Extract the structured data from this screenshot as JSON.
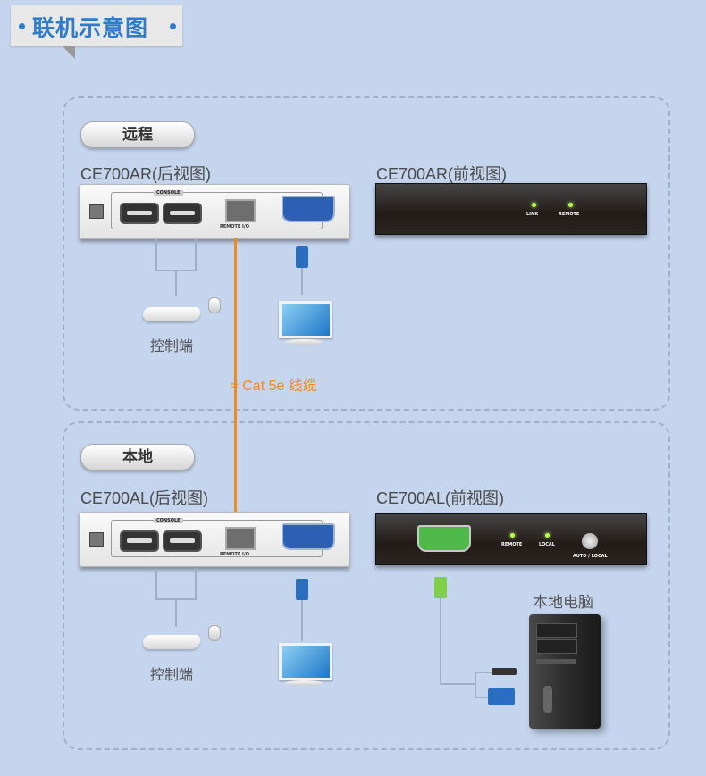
{
  "title": "联机示意图",
  "remote_section": {
    "label": "远程",
    "rear_model": "CE700AR(后视图)",
    "front_model": "CE700AR(前视图)",
    "rear_ports": {
      "console": "CONSOLE",
      "remote_io": "REMOTE I/O"
    },
    "front_leds": [
      "LINK",
      "REMOTE"
    ],
    "console_caption": "控制端"
  },
  "cable_label": "Cat 5e 线缆",
  "local_section": {
    "label": "本地",
    "rear_model": "CE700AL(后视图)",
    "front_model": "CE700AL(前视图)",
    "rear_ports": {
      "console": "CONSOLE",
      "remote_io": "REMOTE I/O"
    },
    "front_leds": [
      "REMOTE",
      "LOCAL"
    ],
    "front_button": "AUTO / LOCAL",
    "console_caption": "控制端",
    "pc_caption": "本地电脑"
  },
  "colors": {
    "background": "#c5d5ee",
    "title": "#2f7ccc",
    "cable": "#ee8a1e",
    "led": "#b7ff4a"
  }
}
